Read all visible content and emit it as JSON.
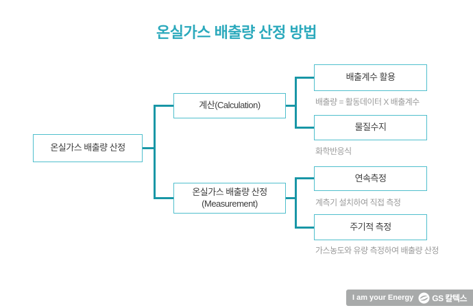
{
  "title": "온실가스 배출량 산정 방법",
  "tree": {
    "root": {
      "label": "온실가스 배출량 산정"
    },
    "branches": [
      {
        "label": "계산(Calculation)",
        "children": [
          {
            "label": "배출계수 활용",
            "desc": "배출량 = 활동데이터 X 배출계수"
          },
          {
            "label": "물질수지",
            "desc": "화학반응식"
          }
        ]
      },
      {
        "label_line1": "온실가스 배출량 산정",
        "label_line2": "(Measurement)",
        "children": [
          {
            "label": "연속측정",
            "desc": "계측기 설치하여 직접 측정"
          },
          {
            "label": "주기적 측정",
            "desc": "가스농도와 유량 측정하여 배출량 산정"
          }
        ]
      }
    ]
  },
  "footer": {
    "slogan": "I am your Energy",
    "brand": "GS 칼텍스"
  },
  "colors": {
    "title_text": "#2BA9BC",
    "box_border": "#4DBECC",
    "connector": "#1896A6",
    "node_label": "#3C3C3C",
    "leaf_desc": "#9B9B9B",
    "footer_bg": "#A8AAAA",
    "footer_text": "#FFFFFF"
  }
}
